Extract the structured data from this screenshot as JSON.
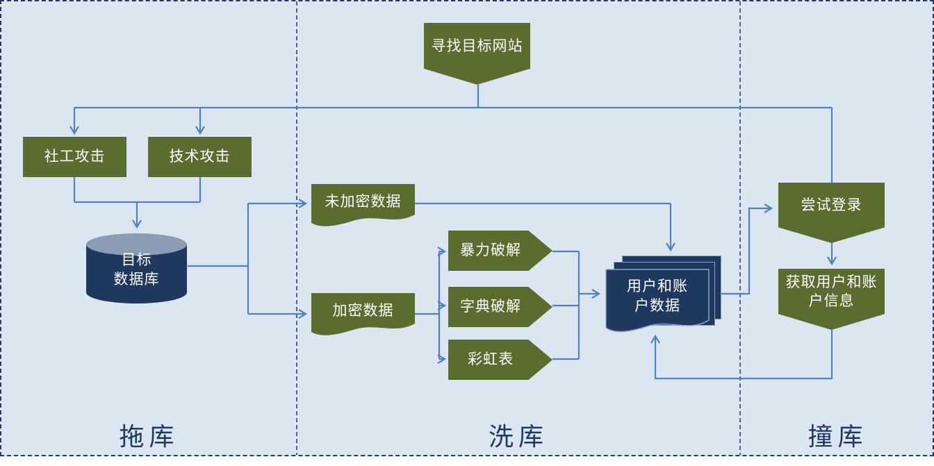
{
  "diagram": {
    "title": "database attack flow (drag / wash / stuff database)",
    "colors": {
      "background": "#dce6f1",
      "shape_green": "#5a6c2e",
      "shape_navy": "#1f3860",
      "cylinder_top": "#8d9cb5",
      "connector_blue": "#4f81bd",
      "border_navy": "#1f3864",
      "label_text": "#1f3864"
    },
    "sections": [
      {
        "label": "拖库"
      },
      {
        "label": "洗库"
      },
      {
        "label": "撞库"
      }
    ],
    "nodes": {
      "find_target": {
        "label": "寻找目标网站"
      },
      "social_attack": {
        "label": "社工攻击"
      },
      "tech_attack": {
        "label": "技术攻击"
      },
      "target_db": {
        "line1": "目标",
        "line2": "数据库"
      },
      "unencrypted": {
        "label": "未加密数据"
      },
      "encrypted": {
        "label": "加密数据"
      },
      "brute_force": {
        "label": "暴力破解"
      },
      "dictionary": {
        "label": "字典破解"
      },
      "rainbow_table": {
        "label": "彩虹表"
      },
      "user_account_data": {
        "line1": "用户和账",
        "line2": "户数据"
      },
      "try_login": {
        "label": "尝试登录"
      },
      "get_user_info": {
        "line1": "获取用户和账",
        "line2": "户信息"
      }
    }
  }
}
